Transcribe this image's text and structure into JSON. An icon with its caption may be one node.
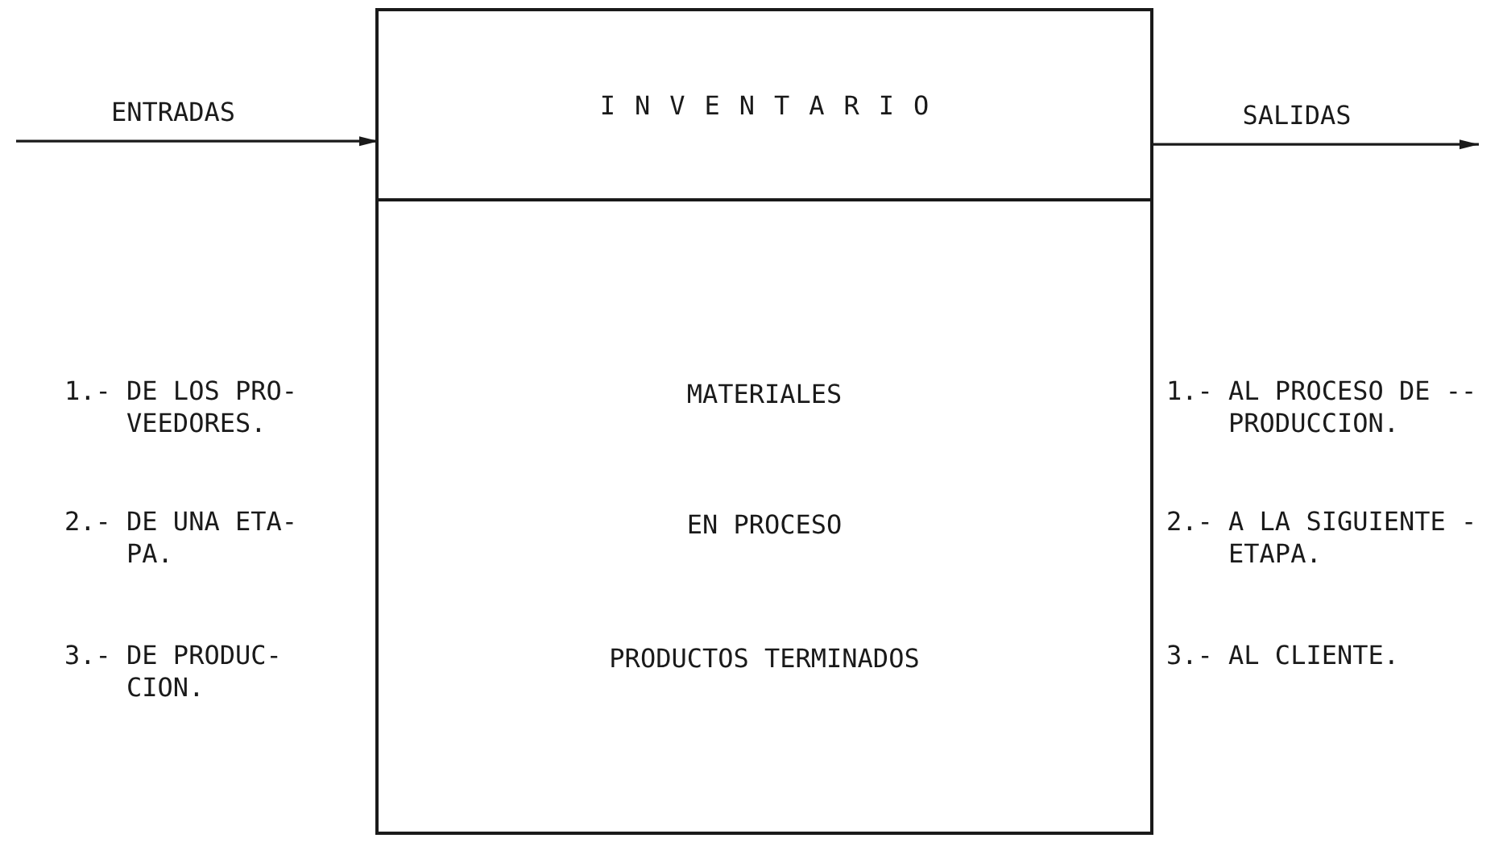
{
  "diagram": {
    "nodes": [
      {
        "text": [
          "MATERIALES",
          "EN PROCESO",
          "PRODUCTOS TERMINADOS"
        ]
      },
      {
        "text": [
          "INVENTARIO"
        ],
        "in": 0
      }
    ],
    "edges": [
      {
        "from": null,
        "to": 1,
        "arrow": "to",
        "label": "ENTRADAS"
      },
      {
        "from": 1,
        "to": null,
        "arrow": "to",
        "label": "SALIDAS"
      }
    ],
    "labels": [
      "1.- DE LOS PRO- VEEDORES.",
      "1.- AL PROCESO DE -- PRODUCCION.",
      "2.- DE UNA ETA- PA.",
      "2.- A LA SIGUIENTE - ETAPA.",
      "3.- DE PRODUC- CION.",
      "3.- AL CLIENTE."
    ]
  }
}
